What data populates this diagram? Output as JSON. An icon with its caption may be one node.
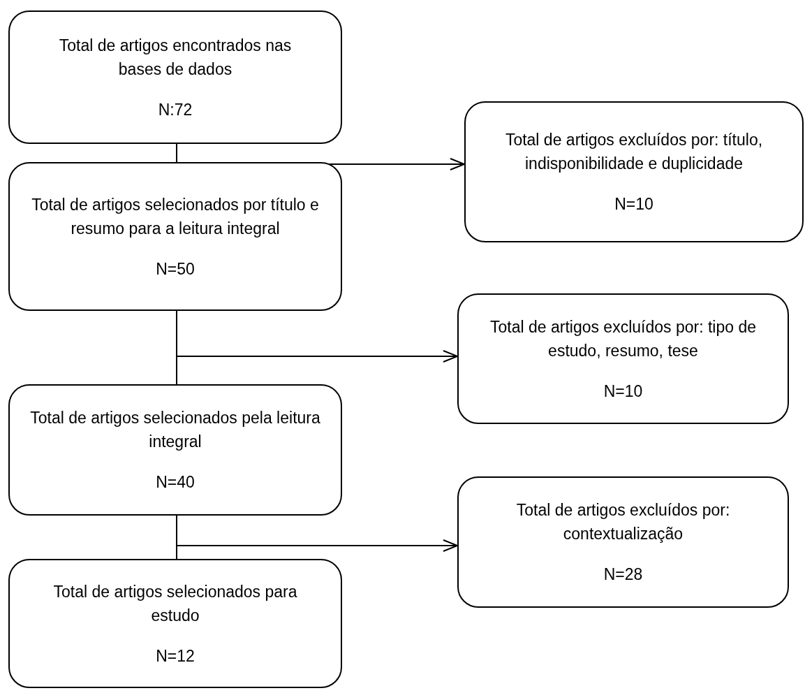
{
  "diagram": {
    "nodes": [
      {
        "text": [
          "Total de artigos encontrados nas bases de dados",
          "N:72"
        ]
      },
      {
        "text": [
          "Total de artigos excluídos por: título, indisponibilidade e duplicidade",
          "N=10"
        ]
      },
      {
        "text": [
          "Total de artigos selecionados por título e resumo para a leitura integral",
          "N=50"
        ]
      },
      {
        "text": [
          "Total de artigos excluídos por: tipo de estudo, resumo, tese",
          "N=10"
        ]
      },
      {
        "text": [
          "Total de artigos selecionados pela leitura integral",
          "N=40"
        ]
      },
      {
        "text": [
          "Total de artigos excluídos por: contextualização",
          "N=28"
        ]
      },
      {
        "text": [
          "Total de artigos selecionados para estudo",
          "N=12"
        ]
      }
    ],
    "edges": [
      {
        "from": 0,
        "to": 2,
        "arrow": "none"
      },
      {
        "from": 0,
        "to": 1,
        "arrow": "to"
      },
      {
        "from": 2,
        "to": 4,
        "arrow": "none"
      },
      {
        "from": 2,
        "to": 3,
        "arrow": "to"
      },
      {
        "from": 4,
        "to": 6,
        "arrow": "none"
      },
      {
        "from": 4,
        "to": 5,
        "arrow": "to"
      }
    ]
  }
}
